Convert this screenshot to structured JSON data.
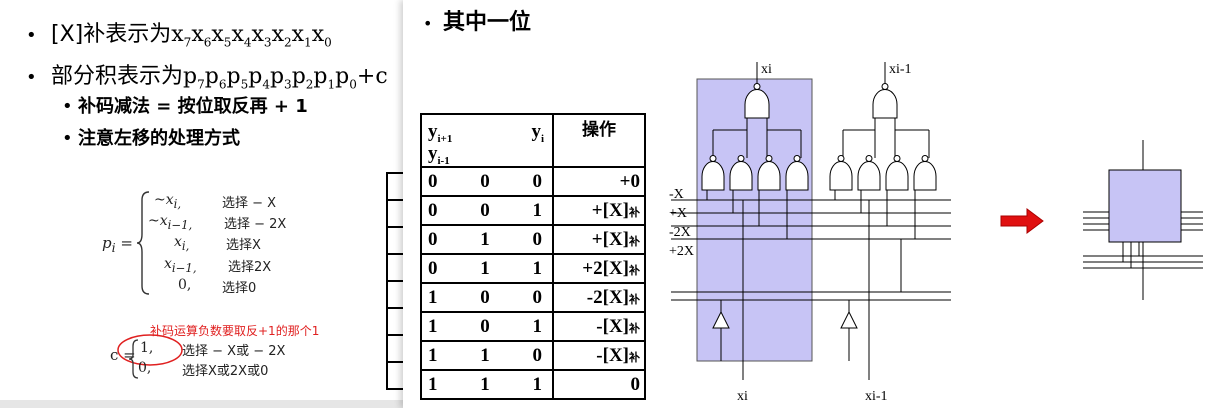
{
  "left_slide": {
    "bullet1_prefix": "[X]补表示为",
    "bullet1_vars": [
      "x",
      "7",
      "x",
      "6",
      "x",
      "5",
      "x",
      "4",
      "x",
      "3",
      "x",
      "2",
      "x",
      "1",
      "x",
      "0"
    ],
    "bullet2_prefix": "部分积表示为",
    "bullet2_vars": [
      "p",
      "7",
      "p",
      "6",
      "p",
      "5",
      "p",
      "4",
      "p",
      "3",
      "p",
      "2",
      "p",
      "1",
      "p",
      "0"
    ],
    "bullet2_suffix": "+c",
    "sub_bullets": [
      "补码减法 = 按位取反再 + 1",
      "注意左移的处理方式"
    ],
    "formula_p": {
      "lhs": "p",
      "lhs_sub": "i",
      "cases": [
        {
          "expr": "~x",
          "sub": "i,",
          "note": "选择 − X"
        },
        {
          "expr": "~x",
          "sub": "i−1,",
          "note": "选择 − 2X"
        },
        {
          "expr": "x",
          "sub": "i,",
          "note": "选择X"
        },
        {
          "expr": "x",
          "sub": "i−1,",
          "note": "选择2X"
        },
        {
          "expr": "0,",
          "sub": "",
          "note": "选择0"
        }
      ]
    },
    "formula_c": {
      "lhs": "c =",
      "cases": [
        {
          "expr": "1,",
          "note": "选择 − X或 − 2X"
        },
        {
          "expr": "0,",
          "note": "选择X或2X或0"
        }
      ]
    },
    "annotation": "补码运算负数要取反+1的那个1"
  },
  "right_slide": {
    "title": "其中一位",
    "table": {
      "header": {
        "y1": "y",
        "y1_sub": "i+1",
        "y2": "y",
        "y2_sub": "i",
        "y3": "y",
        "y3_sub": "i-1",
        "op": "操作"
      },
      "rows": [
        {
          "bits": [
            "0",
            "0",
            "0"
          ],
          "op": "+0",
          "bu": ""
        },
        {
          "bits": [
            "0",
            "0",
            "1"
          ],
          "op": "+[X]",
          "bu": "补"
        },
        {
          "bits": [
            "0",
            "1",
            "0"
          ],
          "op": "+[X]",
          "bu": "补"
        },
        {
          "bits": [
            "0",
            "1",
            "1"
          ],
          "op": "+2[X]",
          "bu": "补"
        },
        {
          "bits": [
            "1",
            "0",
            "0"
          ],
          "op": "-2[X]",
          "bu": "补"
        },
        {
          "bits": [
            "1",
            "0",
            "1"
          ],
          "op": "-[X]",
          "bu": "补"
        },
        {
          "bits": [
            "1",
            "1",
            "0"
          ],
          "op": "-[X]",
          "bu": "补"
        },
        {
          "bits": [
            "1",
            "1",
            "1"
          ],
          "op": "0",
          "bu": ""
        }
      ]
    },
    "circuit": {
      "top_labels": [
        "xi",
        "xi-1"
      ],
      "bottom_labels": [
        "xi",
        "xi-1"
      ],
      "input_labels": [
        "-X",
        "+X",
        "-2X",
        "+2X"
      ],
      "highlight_color": "#c7c4f5",
      "arrow_color": "#e01010"
    }
  }
}
